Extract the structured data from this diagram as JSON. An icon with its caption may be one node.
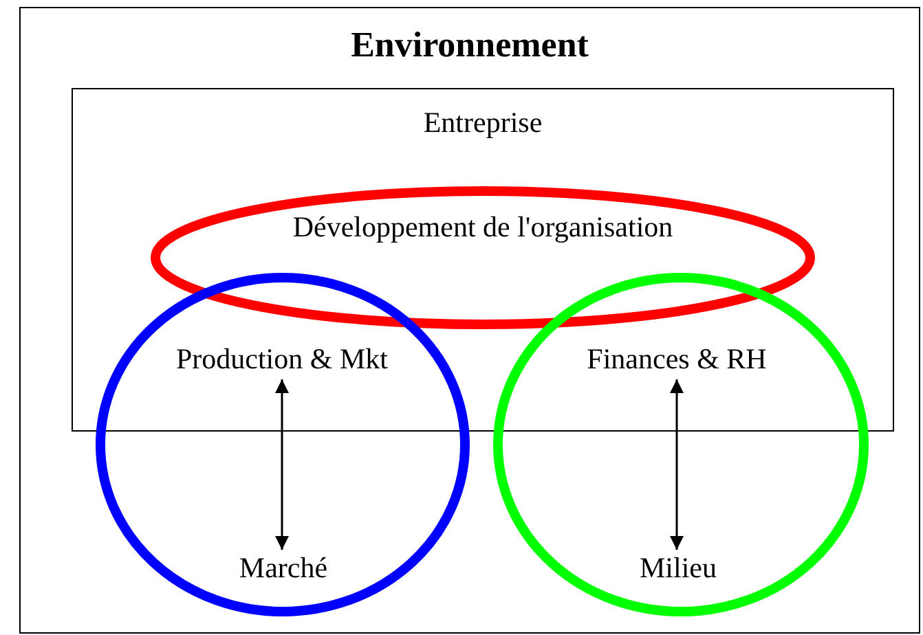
{
  "diagram": {
    "nodes": [
      {
        "text": [
          "Environnement"
        ]
      },
      {
        "text": [
          "Entreprise"
        ],
        "in": 0
      },
      {
        "text": [
          "Développement de l'organisation"
        ],
        "in": 1
      },
      {
        "text": [],
        "shape": "circle",
        "in": 0
      },
      {
        "text": [
          "Production & Mkt"
        ]
      },
      {
        "text": [
          "Marché"
        ],
        "in": 3
      },
      {
        "text": [],
        "shape": "circle",
        "in": 0
      },
      {
        "text": [
          "Finances & RH"
        ]
      },
      {
        "text": [
          "Milieu"
        ],
        "in": 6
      }
    ],
    "edges": [
      {
        "from": 4,
        "to": 5,
        "arrow": "both"
      },
      {
        "from": 7,
        "to": 8,
        "arrow": "both"
      }
    ]
  }
}
